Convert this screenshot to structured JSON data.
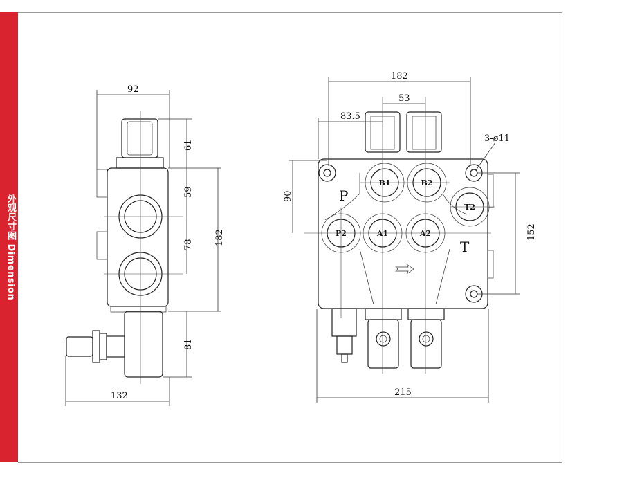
{
  "sidebar": {
    "title": "外观尺寸图 Dimension",
    "color": "#d9232e"
  },
  "side_view": {
    "dims": {
      "width_top": "92",
      "handle_height": "61",
      "port_spacing_1": "59",
      "port_spacing_2": "78",
      "body_height": "182",
      "lever_height": "81",
      "overall_width": "132"
    }
  },
  "front_view": {
    "dims": {
      "body_width": "182",
      "spool_spacing": "53",
      "inlet_offset": "83.5",
      "holes": "3-ø11",
      "inlet_height": "90",
      "hole_spacing": "152",
      "overall_width": "215"
    },
    "ports": {
      "b1": "B1",
      "b2": "B2",
      "t2": "T2",
      "p2": "P2",
      "a1": "A1",
      "a2": "A2"
    },
    "zones": {
      "p": "P",
      "t": "T"
    }
  }
}
